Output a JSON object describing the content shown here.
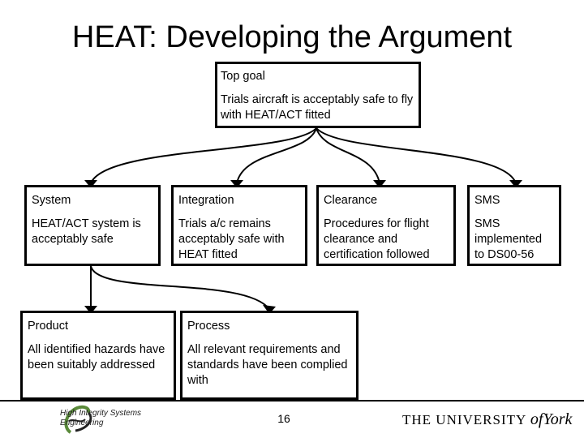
{
  "title": "HEAT: Developing the Argument",
  "top_goal": {
    "head": "Top goal",
    "body": "Trials aircraft is acceptably safe to fly with HEAT/ACT fitted"
  },
  "subgoals": [
    {
      "head": "System",
      "body": "HEAT/ACT system is acceptably safe"
    },
    {
      "head": "Integration",
      "body": "Trials a/c remains acceptably safe with HEAT fitted"
    },
    {
      "head": "Clearance",
      "body": "Procedures for flight clearance and certification followed"
    },
    {
      "head": "SMS",
      "body": "SMS implemented to DS00-56"
    }
  ],
  "product": {
    "head": "Product",
    "body": "All identified hazards have been suitably addressed"
  },
  "process": {
    "head": "Process",
    "body": "All relevant requirements and standards have been complied with"
  },
  "footer": {
    "page_number": "16",
    "hise_logo_text": "High Integrity Systems Engineering",
    "york_logo": {
      "pre": "THE UNIVERSITY ",
      "of": "of",
      "post": "York"
    }
  }
}
